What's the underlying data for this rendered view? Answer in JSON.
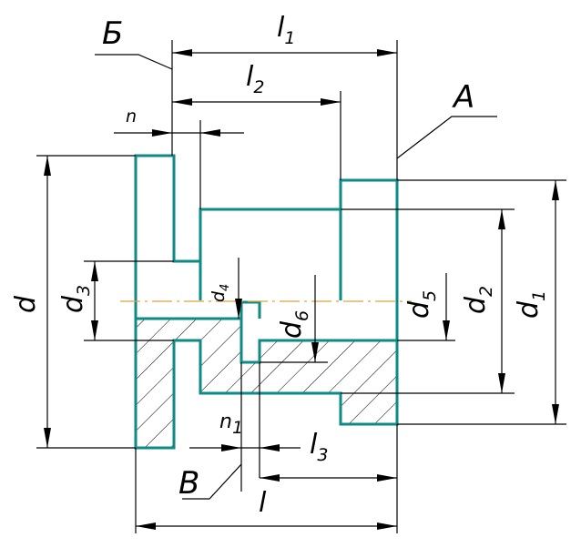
{
  "labels": {
    "l1": {
      "main": "l",
      "sub": "1"
    },
    "l2": {
      "main": "l",
      "sub": "2"
    },
    "l3": {
      "main": "l",
      "sub": "3"
    },
    "l": {
      "main": "l"
    },
    "n": {
      "main": "n"
    },
    "n1": {
      "main": "n",
      "sub": "1"
    },
    "d": {
      "main": "d"
    },
    "d1": {
      "main": "d",
      "sub": "1"
    },
    "d2": {
      "main": "d",
      "sub": "2"
    },
    "d3": {
      "main": "d",
      "sub": "3"
    },
    "d4": {
      "main": "d",
      "sub": "4"
    },
    "d5": {
      "main": "d",
      "sub": "5"
    },
    "d6": {
      "main": "d",
      "sub": "6"
    },
    "surface_A": "A",
    "surface_B": "Б",
    "surface_V": "В"
  },
  "colors": {
    "contour": "#0e8a87",
    "dimension": "#000000",
    "axis": "#d9a441"
  }
}
